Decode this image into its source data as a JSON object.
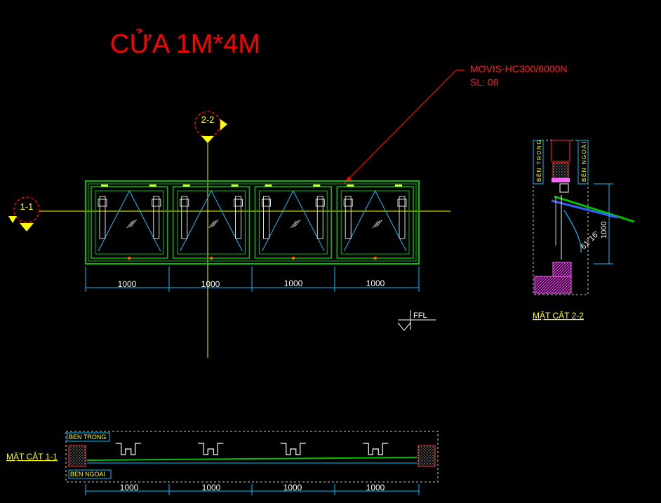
{
  "title": "CỬA 1M*4M",
  "callout": {
    "line1": "MOVIS-HC300/6000N",
    "line2": "SL: 08"
  },
  "markers": {
    "section_22": "2-2",
    "section_11": "1-1"
  },
  "elevation": {
    "panels": 4,
    "dimensions": [
      "1000",
      "1000",
      "1000",
      "1000"
    ]
  },
  "ffl_label": "FFL",
  "section_22": {
    "caption": "MẶT CẮT 2-2",
    "inside_label": "BÊN TRONG",
    "outside_label": "BÊN NGOÀI",
    "angle_label": "61°16'",
    "height_label": "1000"
  },
  "section_11": {
    "caption": "MẶT CẮT 1-1",
    "inside_label": "BEN TRONG",
    "outside_label": "BEN NGOAI",
    "dimensions": [
      "1000",
      "1000",
      "1000",
      "1000"
    ]
  },
  "colors": {
    "title": "#ff0000",
    "frame": "#00c000",
    "glass": "#00bfff",
    "axis": "#ffff00",
    "dimension": "#00bfff",
    "annotation": "#ff2020"
  }
}
